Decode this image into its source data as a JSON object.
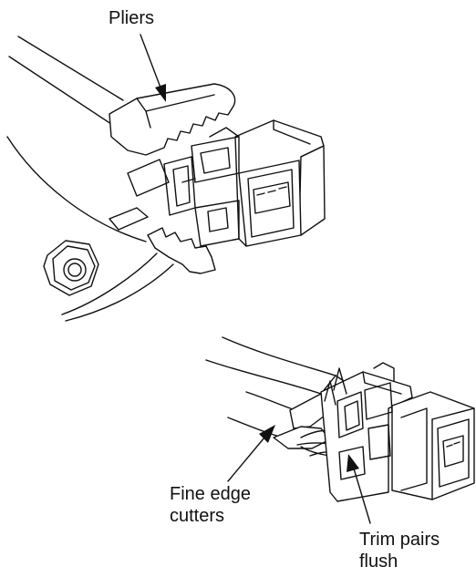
{
  "labels": {
    "pliers": "Pliers",
    "fine_edge_cutters_line1": "Fine edge",
    "fine_edge_cutters_line2": "cutters",
    "trim_pairs_line1": "Trim pairs",
    "trim_pairs_line2": "flush"
  }
}
